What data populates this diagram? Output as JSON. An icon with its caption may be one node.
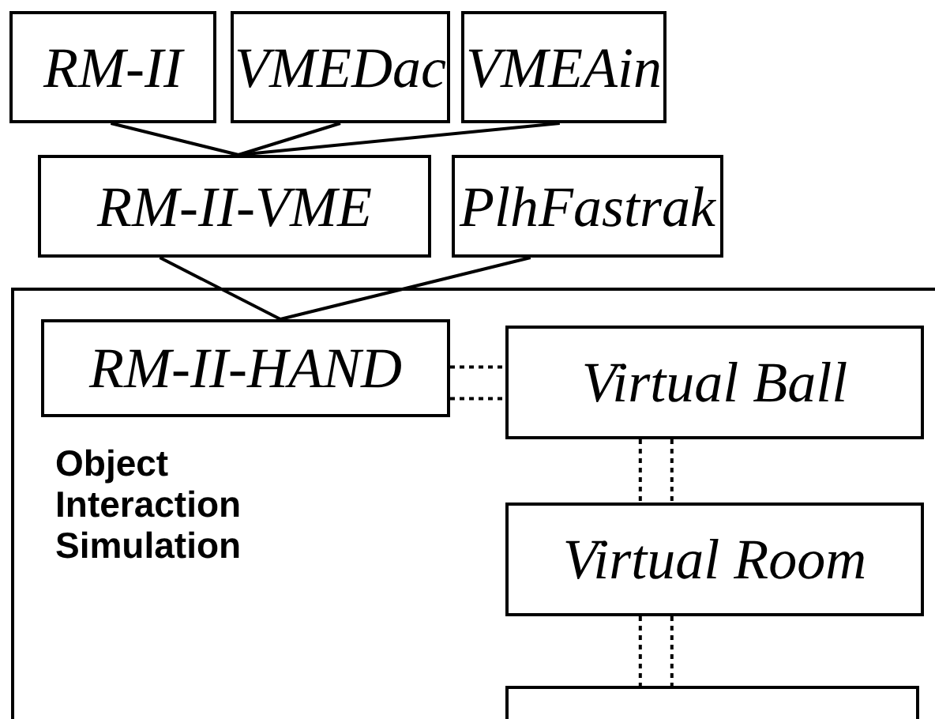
{
  "diagram": {
    "nodes": [
      {
        "text": [
          "RM-II"
        ]
      },
      {
        "text": [
          "VMEDac"
        ]
      },
      {
        "text": [
          "VMEAin"
        ]
      },
      {
        "text": [
          "RM-II-VME"
        ]
      },
      {
        "text": [
          "PlhFastrak"
        ]
      },
      {
        "text": [
          "Object Interaction Simulation"
        ]
      },
      {
        "text": [
          "RM-II-HAND"
        ],
        "in": 5
      },
      {
        "text": [
          "Virtual Ball"
        ],
        "in": 5
      },
      {
        "text": [
          "Virtual Room"
        ],
        "in": 5
      },
      {
        "text": [],
        "shape": "box",
        "in": 5
      }
    ],
    "edges": [
      {
        "from": 0,
        "to": 3,
        "arrow": "none"
      },
      {
        "from": 1,
        "to": 3,
        "arrow": "none"
      },
      {
        "from": 2,
        "to": 3,
        "arrow": "none"
      },
      {
        "from": 3,
        "to": 6,
        "arrow": "none"
      },
      {
        "from": 4,
        "to": 6,
        "arrow": "none"
      },
      {
        "from": 6,
        "to": 7,
        "arrow": "none",
        "style": "dashed"
      },
      {
        "from": 7,
        "to": 8,
        "arrow": "none",
        "style": "dashed"
      },
      {
        "from": 8,
        "to": 9,
        "arrow": "none",
        "style": "dashed"
      }
    ]
  }
}
